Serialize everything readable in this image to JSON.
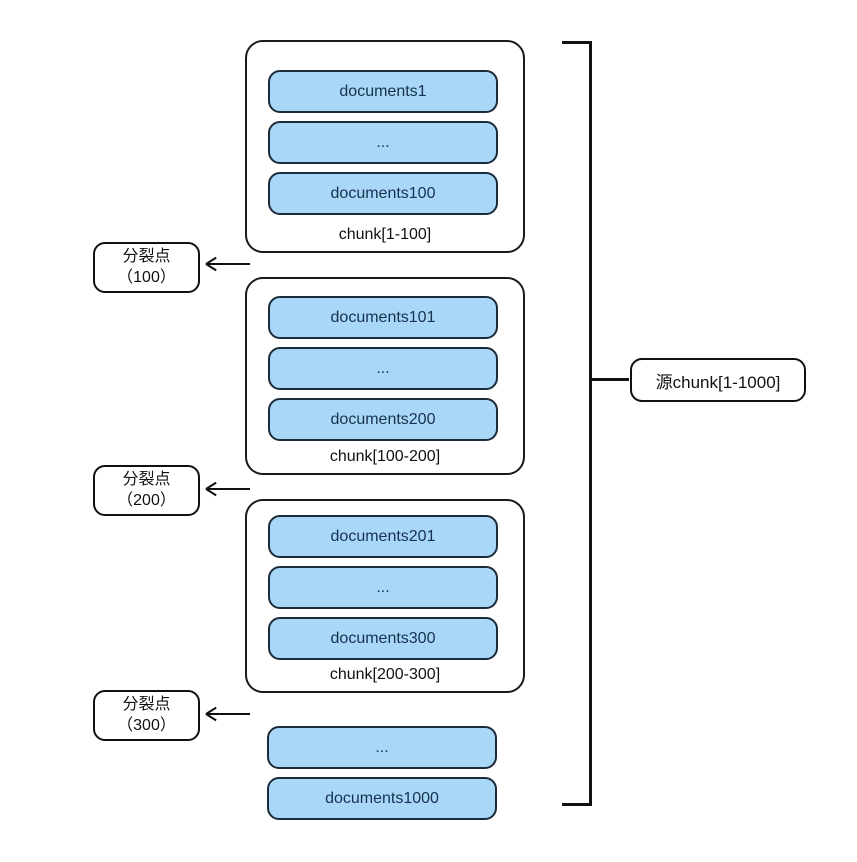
{
  "diagram": {
    "chunks": [
      {
        "documents": [
          "documents1",
          "...",
          "documents100"
        ],
        "label": "chunk[1-100]"
      },
      {
        "documents": [
          "documents101",
          "...",
          "documents200"
        ],
        "label": "chunk[100-200]"
      },
      {
        "documents": [
          "documents201",
          "...",
          "documents300"
        ],
        "label": "chunk[200-300]"
      }
    ],
    "tail_documents": [
      "...",
      "documents1000"
    ],
    "split_points": [
      {
        "line1": "分裂点",
        "line2": "（100）"
      },
      {
        "line1": "分裂点",
        "line2": "（200）"
      },
      {
        "line1": "分裂点",
        "line2": "（300）"
      }
    ],
    "source_label": "源chunk[1-1000]",
    "colors": {
      "document_fill": "#a9d7f7",
      "document_border": "#1c2b3a",
      "document_text": "#16324f",
      "line": "#111111",
      "background": "#ffffff"
    }
  }
}
